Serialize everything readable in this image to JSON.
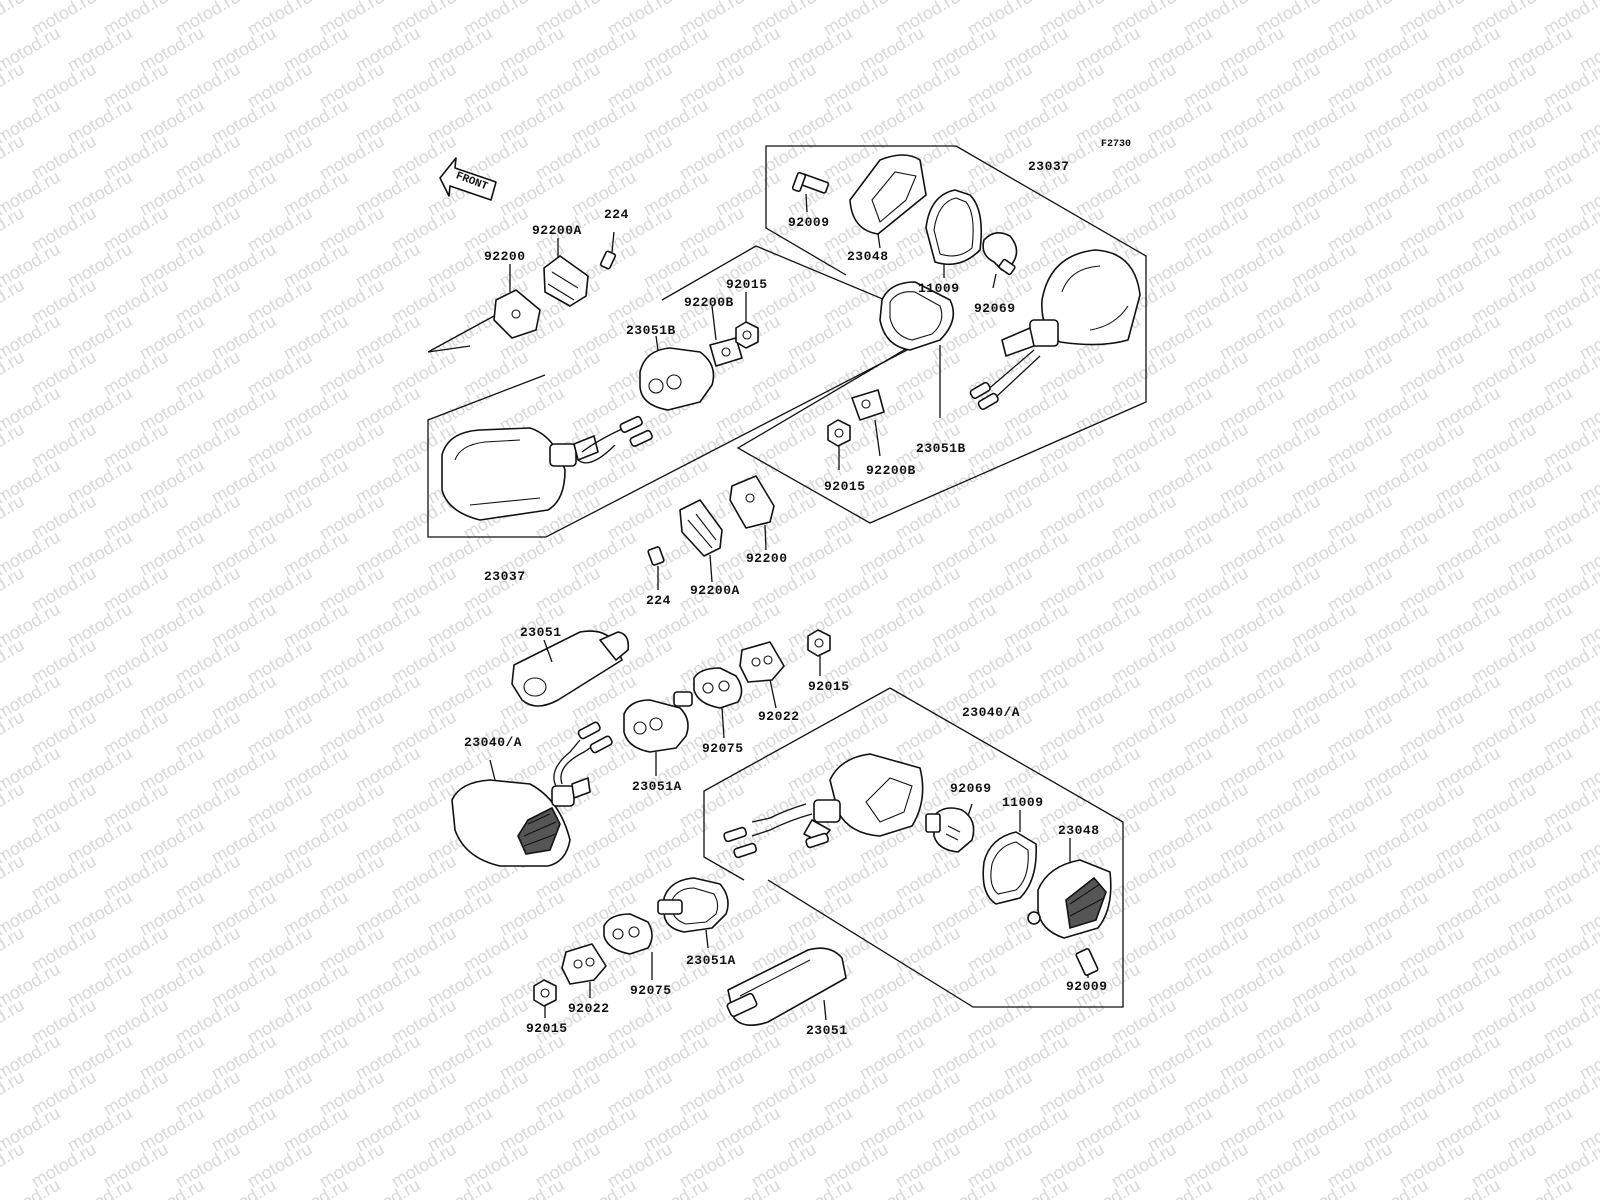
{
  "figure_code": "F2730",
  "watermark": "motod.ru",
  "front_label": "FRONT",
  "callouts": [
    {
      "id": "c1",
      "label": "23037"
    },
    {
      "id": "c2",
      "label": "92009"
    },
    {
      "id": "c3",
      "label": "23048"
    },
    {
      "id": "c4",
      "label": "11009"
    },
    {
      "id": "c5",
      "label": "92069"
    },
    {
      "id": "c6",
      "label": "23051B"
    },
    {
      "id": "c7",
      "label": "92200B"
    },
    {
      "id": "c8",
      "label": "92015"
    },
    {
      "id": "c9",
      "label": "92200A"
    },
    {
      "id": "c10",
      "label": "224"
    },
    {
      "id": "c11",
      "label": "92200"
    },
    {
      "id": "c12",
      "label": "92015"
    },
    {
      "id": "c13",
      "label": "92200B"
    },
    {
      "id": "c14",
      "label": "23051B"
    },
    {
      "id": "c15",
      "label": "23037"
    },
    {
      "id": "c16",
      "label": "92200"
    },
    {
      "id": "c17",
      "label": "92200A"
    },
    {
      "id": "c18",
      "label": "224"
    },
    {
      "id": "c19",
      "label": "23051"
    },
    {
      "id": "c20",
      "label": "92015"
    },
    {
      "id": "c21",
      "label": "92022"
    },
    {
      "id": "c22",
      "label": "92075"
    },
    {
      "id": "c23",
      "label": "23051A"
    },
    {
      "id": "c24",
      "label": "23040/A"
    },
    {
      "id": "c25",
      "label": "23040/A"
    },
    {
      "id": "c26",
      "label": "92069"
    },
    {
      "id": "c27",
      "label": "11009"
    },
    {
      "id": "c28",
      "label": "23048"
    },
    {
      "id": "c29",
      "label": "92009"
    },
    {
      "id": "c30",
      "label": "23051A"
    },
    {
      "id": "c31",
      "label": "92075"
    },
    {
      "id": "c32",
      "label": "92022"
    },
    {
      "id": "c33",
      "label": "92015"
    },
    {
      "id": "c34",
      "label": "23051"
    }
  ]
}
